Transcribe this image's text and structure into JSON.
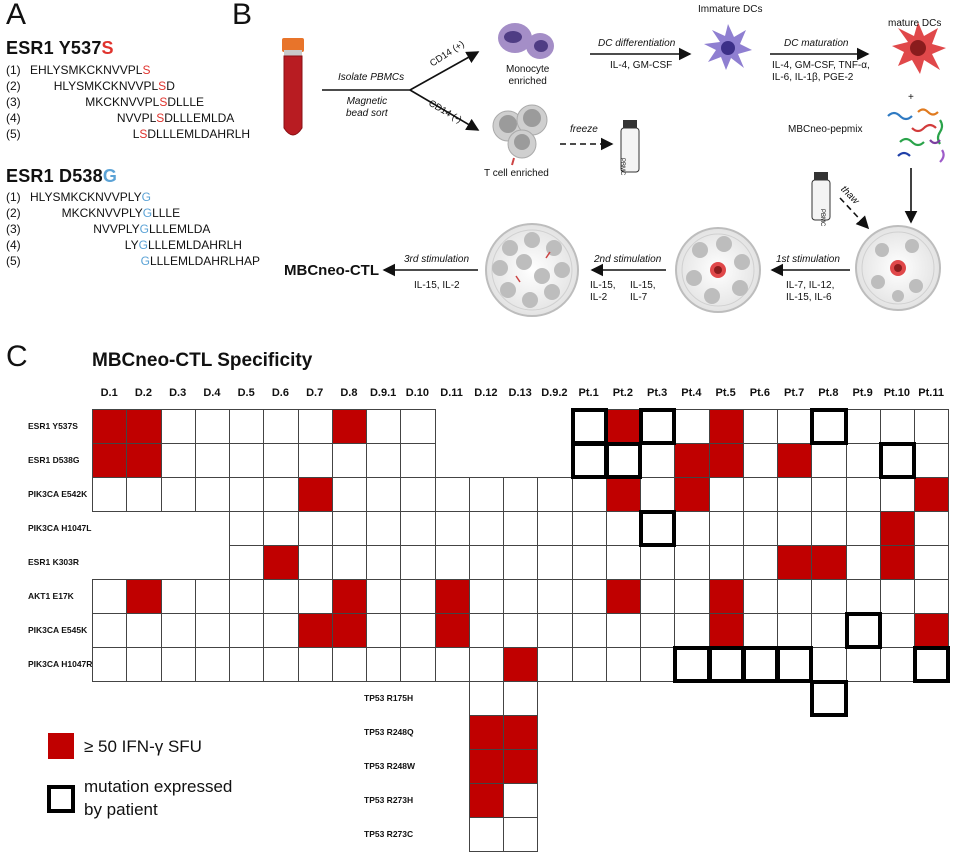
{
  "panels": {
    "a": "A",
    "b": "B",
    "c": "C"
  },
  "panel_a": {
    "groups": [
      {
        "title_prefix": "ESR1 Y537",
        "title_mut": "S",
        "color": "#e0332d",
        "peptides": [
          {
            "num": "(1)",
            "pre": "EHLYSMKCKNVVPL",
            "mut": "S",
            "post": ""
          },
          {
            "num": "(2)",
            "pre": "HLYSMKCKNVVPL",
            "mut": "S",
            "post": "D"
          },
          {
            "num": "(3)",
            "pre": "MKCKNVVPL",
            "mut": "S",
            "post": "DLLLE"
          },
          {
            "num": "(4)",
            "pre": "NVVPL",
            "mut": "S",
            "post": "DLLLEMLDA"
          },
          {
            "num": "(5)",
            "pre": "L",
            "mut": "S",
            "post": "DLLLEMLDAHRLH"
          }
        ]
      },
      {
        "title_prefix": "ESR1 D538",
        "title_mut": "G",
        "color": "#5ca3d6",
        "peptides": [
          {
            "num": "(1)",
            "pre": "HLYSMKCKNVVPLY",
            "mut": "G",
            "post": ""
          },
          {
            "num": "(2)",
            "pre": "MKCKNVVPLY",
            "mut": "G",
            "post": "LLLE"
          },
          {
            "num": "(3)",
            "pre": "NVVPLY",
            "mut": "G",
            "post": "LLLEMLDA"
          },
          {
            "num": "(4)",
            "pre": "LY",
            "mut": "G",
            "post": "LLLEMLDAHRLH"
          },
          {
            "num": "(5)",
            "pre": "",
            "mut": "G",
            "post": "LLLEMLDAHRLHAP"
          }
        ]
      }
    ]
  },
  "panel_b": {
    "isolate": "Isolate PBMCs",
    "magnetic": "Magnetic\nbead sort",
    "cd14pos": "CD14 (+)",
    "cd14neg": "CD14 (-)",
    "monocyte": "Monocyte\nenriched",
    "tcell": "T cell enriched",
    "dc_diff": "DC differentiation",
    "dc_diff_cyt": "IL-4, GM-CSF",
    "immature": "Immature DCs",
    "dc_mat": "DC maturation",
    "dc_mat_cyt": "IL-4, GM-CSF, TNF-α,\nIL-6, IL-1β, PGE-2",
    "mature": "mature DCs",
    "freeze": "freeze",
    "pbmc_tube": "PBMC",
    "pepmix": "MBCneo-pepmix",
    "plus": "+",
    "thaw": "thaw",
    "stim1": "1st stimulation",
    "stim1_cyt": "IL-7, IL-12,\nIL-15, IL-6",
    "stim2": "2nd stimulation",
    "stim2_cyt_a": "IL-15,\nIL-2",
    "stim2_cyt_b": "IL-15,\nIL-7",
    "stim3": "3rd stimulation",
    "stim3_cyt": "IL-15, IL-2",
    "ctl": "MBCneo-CTL"
  },
  "panel_c": {
    "title": "MBCneo-CTL Specificity",
    "legend_positive": "≥ 50 IFN-γ SFU",
    "legend_expressed": "mutation expressed\nby patient",
    "colors": {
      "positive": "#c00000",
      "grid": "#444444",
      "expressed": "#000000"
    },
    "columns": [
      "D.1",
      "D.2",
      "D.3",
      "D.4",
      "D.5",
      "D.6",
      "D.7",
      "D.8",
      "D.9.1",
      "D.10",
      "D.11",
      "D.12",
      "D.13",
      "D.9.2",
      "Pt.1",
      "Pt.2",
      "Pt.3",
      "Pt.4",
      "Pt.5",
      "Pt.6",
      "Pt.7",
      "Pt.8",
      "Pt.9",
      "Pt.10",
      "Pt.11"
    ],
    "rows": [
      "ESR1 Y537S",
      "ESR1 D538G",
      "PIK3CA E542K",
      "PIK3CA H1047L",
      "ESR1 K303R",
      "AKT1 E17K",
      "PIK3CA E545K",
      "PIK3CA H1047R"
    ],
    "cells": {
      "ESR1 Y537S": {
        "tested": [
          0,
          1,
          2,
          3,
          4,
          5,
          6,
          7,
          8,
          9,
          14,
          15,
          16,
          17,
          18,
          19,
          20,
          21,
          22,
          23,
          24
        ],
        "positive": [
          0,
          1,
          7,
          15,
          18
        ],
        "expressed": [
          14,
          16,
          21
        ]
      },
      "ESR1 D538G": {
        "tested": [
          0,
          1,
          2,
          3,
          4,
          5,
          6,
          7,
          8,
          9,
          14,
          15,
          16,
          17,
          18,
          19,
          20,
          21,
          22,
          23,
          24
        ],
        "positive": [
          0,
          1,
          17,
          18,
          20
        ],
        "expressed": [
          14,
          15,
          23
        ]
      },
      "PIK3CA E542K": {
        "tested": [
          0,
          1,
          2,
          3,
          4,
          5,
          6,
          7,
          8,
          9,
          10,
          11,
          12,
          13,
          14,
          15,
          16,
          17,
          18,
          19,
          20,
          21,
          22,
          23,
          24
        ],
        "positive": [
          6,
          15,
          17,
          24
        ],
        "expressed": []
      },
      "PIK3CA H1047L": {
        "tested": [
          4,
          5,
          6,
          7,
          8,
          9,
          10,
          11,
          12,
          13,
          14,
          15,
          16,
          17,
          18,
          19,
          20,
          21,
          22,
          23,
          24
        ],
        "positive": [
          23
        ],
        "expressed": [
          16
        ]
      },
      "ESR1 K303R": {
        "tested": [
          4,
          5,
          6,
          7,
          8,
          9,
          10,
          11,
          12,
          13,
          14,
          15,
          16,
          17,
          18,
          19,
          20,
          21,
          22,
          23,
          24
        ],
        "positive": [
          5,
          20,
          21,
          23
        ],
        "expressed": []
      },
      "AKT1 E17K": {
        "tested": [
          0,
          1,
          2,
          3,
          4,
          5,
          6,
          7,
          8,
          9,
          10,
          11,
          12,
          13,
          14,
          15,
          16,
          17,
          18,
          19,
          20,
          21,
          22,
          23,
          24
        ],
        "positive": [
          1,
          7,
          10,
          15,
          18
        ],
        "expressed": []
      },
      "PIK3CA E545K": {
        "tested": [
          0,
          1,
          2,
          3,
          4,
          5,
          6,
          7,
          8,
          9,
          10,
          11,
          12,
          13,
          14,
          15,
          16,
          17,
          18,
          19,
          20,
          21,
          22,
          23,
          24
        ],
        "positive": [
          6,
          7,
          10,
          18,
          24
        ],
        "expressed": [
          22
        ]
      },
      "PIK3CA H1047R": {
        "tested": [
          0,
          1,
          2,
          3,
          4,
          5,
          6,
          7,
          8,
          9,
          10,
          11,
          12,
          13,
          14,
          15,
          16,
          17,
          18,
          19,
          20,
          21,
          22,
          23,
          24
        ],
        "positive": [
          12
        ],
        "expressed": [
          17,
          18,
          19,
          20,
          24
        ]
      }
    },
    "extra_rows": [
      "TP53 R175H",
      "TP53 R248Q",
      "TP53 R248W",
      "TP53 R273H",
      "TP53 R273C"
    ],
    "extra_cells": {
      "TP53 R175H": {
        "tested": [
          11,
          12
        ],
        "positive": [],
        "expressed_pt8": true
      },
      "TP53 R248Q": {
        "tested": [
          11,
          12
        ],
        "positive": [
          11,
          12
        ]
      },
      "TP53 R248W": {
        "tested": [
          11,
          12
        ],
        "positive": [
          11,
          12
        ]
      },
      "TP53 R273H": {
        "tested": [
          11,
          12
        ],
        "positive": [
          11
        ]
      },
      "TP53 R273C": {
        "tested": [
          11,
          12
        ],
        "positive": []
      }
    }
  }
}
